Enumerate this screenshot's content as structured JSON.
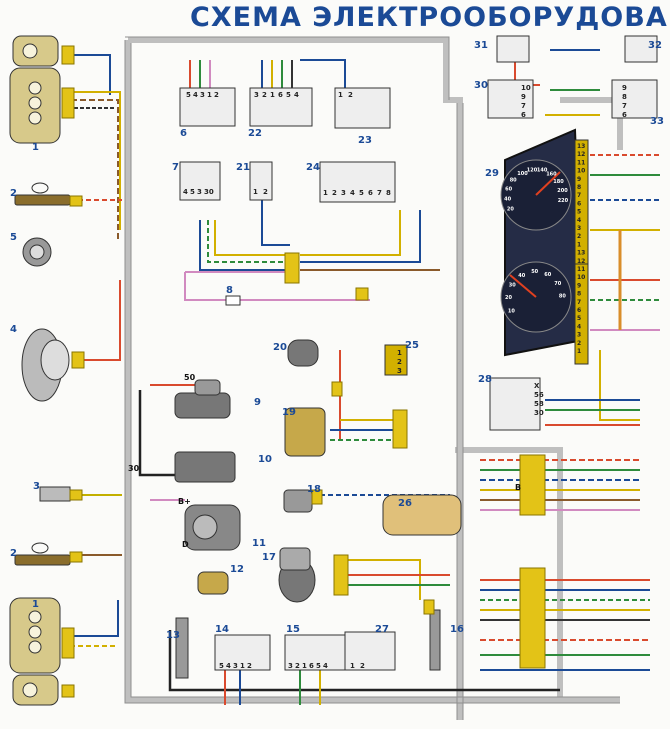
{
  "title": "СХЕМА ЭЛЕКТРООБОРУДОВАН",
  "components": [
    {
      "id": "1",
      "name": "headlight-left-top"
    },
    {
      "id": "2",
      "name": "sound-signal-top"
    },
    {
      "id": "5",
      "name": "horn"
    },
    {
      "id": "4",
      "name": "radiator-fan-motor"
    },
    {
      "id": "3",
      "name": "sensor-3"
    },
    {
      "id": "2",
      "name": "sound-signal-bottom"
    },
    {
      "id": "1",
      "name": "headlight-left-bottom"
    },
    {
      "id": "6",
      "name": "switch-6"
    },
    {
      "id": "22",
      "name": "switch-22"
    },
    {
      "id": "23",
      "name": "relay-23"
    },
    {
      "id": "7",
      "name": "relay-7"
    },
    {
      "id": "21",
      "name": "relay-21"
    },
    {
      "id": "24",
      "name": "block-24"
    },
    {
      "id": "8",
      "name": "fuse-8"
    },
    {
      "id": "9",
      "name": "starter"
    },
    {
      "id": "10",
      "name": "battery"
    },
    {
      "id": "11",
      "name": "generator"
    },
    {
      "id": "12",
      "name": "sensor-12"
    },
    {
      "id": "13",
      "name": "sensor-13"
    },
    {
      "id": "14",
      "name": "switch-14"
    },
    {
      "id": "15",
      "name": "switch-15"
    },
    {
      "id": "27",
      "name": "relay-27"
    },
    {
      "id": "16",
      "name": "sensor-16"
    },
    {
      "id": "17",
      "name": "wiper-motor"
    },
    {
      "id": "18",
      "name": "sensor-18"
    },
    {
      "id": "19",
      "name": "washer-pump"
    },
    {
      "id": "20",
      "name": "heater-fan"
    },
    {
      "id": "25",
      "name": "resistor-25"
    },
    {
      "id": "26",
      "name": "lamp-26"
    },
    {
      "id": "28",
      "name": "switch-28"
    },
    {
      "id": "29",
      "name": "instrument-cluster"
    },
    {
      "id": "30",
      "name": "switch-30"
    },
    {
      "id": "31",
      "name": "switch-31"
    },
    {
      "id": "32",
      "name": "switch-32"
    },
    {
      "id": "33",
      "name": "switch-33"
    }
  ],
  "pin_labels": {
    "c6": [
      "5",
      "4",
      "3",
      "1",
      "2"
    ],
    "c22": [
      "3",
      "2",
      "1",
      "6",
      "5",
      "4"
    ],
    "c23": [
      "1",
      "2"
    ],
    "c7": [
      "4",
      "5",
      "3",
      "30"
    ],
    "c21": [
      "1",
      "2"
    ],
    "c24": [
      "1",
      "2",
      "3",
      "4",
      "5",
      "6",
      "7",
      "8"
    ],
    "c14": [
      "5",
      "4",
      "3",
      "1",
      "2"
    ],
    "c15": [
      "3",
      "2",
      "1",
      "6",
      "5",
      "4"
    ],
    "c27": [
      "1",
      "2"
    ],
    "c25": [
      "1",
      "2",
      "3"
    ],
    "c28": [
      "X",
      "56",
      "58",
      "30"
    ],
    "c30": [
      "10",
      "9",
      "7",
      "6"
    ],
    "c33": [
      "9",
      "8",
      "7",
      "6"
    ]
  },
  "wire_marks": {
    "b50": "50",
    "b30": "30",
    "bplus": "B+",
    "bd": "D",
    "mB": "B"
  },
  "gauge": {
    "speedo_ticks": [
      "20",
      "40",
      "60",
      "80",
      "100",
      "120",
      "140",
      "160",
      "180",
      "200",
      "220"
    ],
    "tacho_ticks": [
      "10",
      "20",
      "30",
      "40",
      "50",
      "60",
      "70",
      "80"
    ],
    "side_nums": [
      "13",
      "12",
      "11",
      "10",
      "9",
      "8",
      "7",
      "6",
      "5",
      "4",
      "3",
      "2",
      "1",
      "13",
      "12",
      "11",
      "10",
      "9",
      "8",
      "7",
      "6",
      "5",
      "4",
      "3",
      "2",
      "1"
    ]
  }
}
